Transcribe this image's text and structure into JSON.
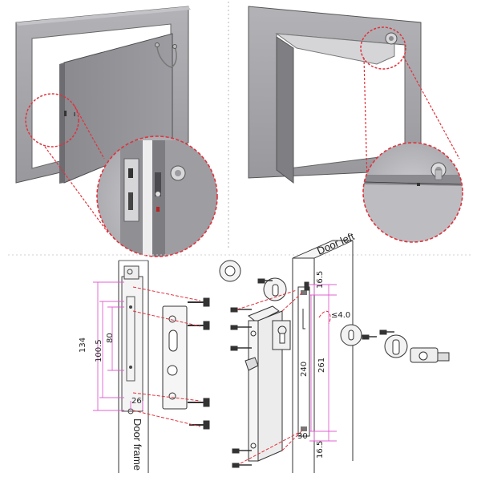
{
  "labels": {
    "door_left": "Door left",
    "door_frame": "Door frame"
  },
  "dimensions": {
    "frame_strike": {
      "total": "134",
      "outer": "100.5",
      "inner": "80",
      "offset": "26"
    },
    "door_lock": {
      "top_offset": "16.5",
      "bottom_offset": "16.5",
      "plate_height": "240",
      "overall": "261",
      "backset": "30",
      "cylinder_center": "≤4.0"
    }
  },
  "colors": {
    "door_gray": "#8e8e92",
    "door_dark": "#6f6f74",
    "frame_gray": "#a9a9ad",
    "callout_red": "#e0323c",
    "line": "#222222"
  }
}
